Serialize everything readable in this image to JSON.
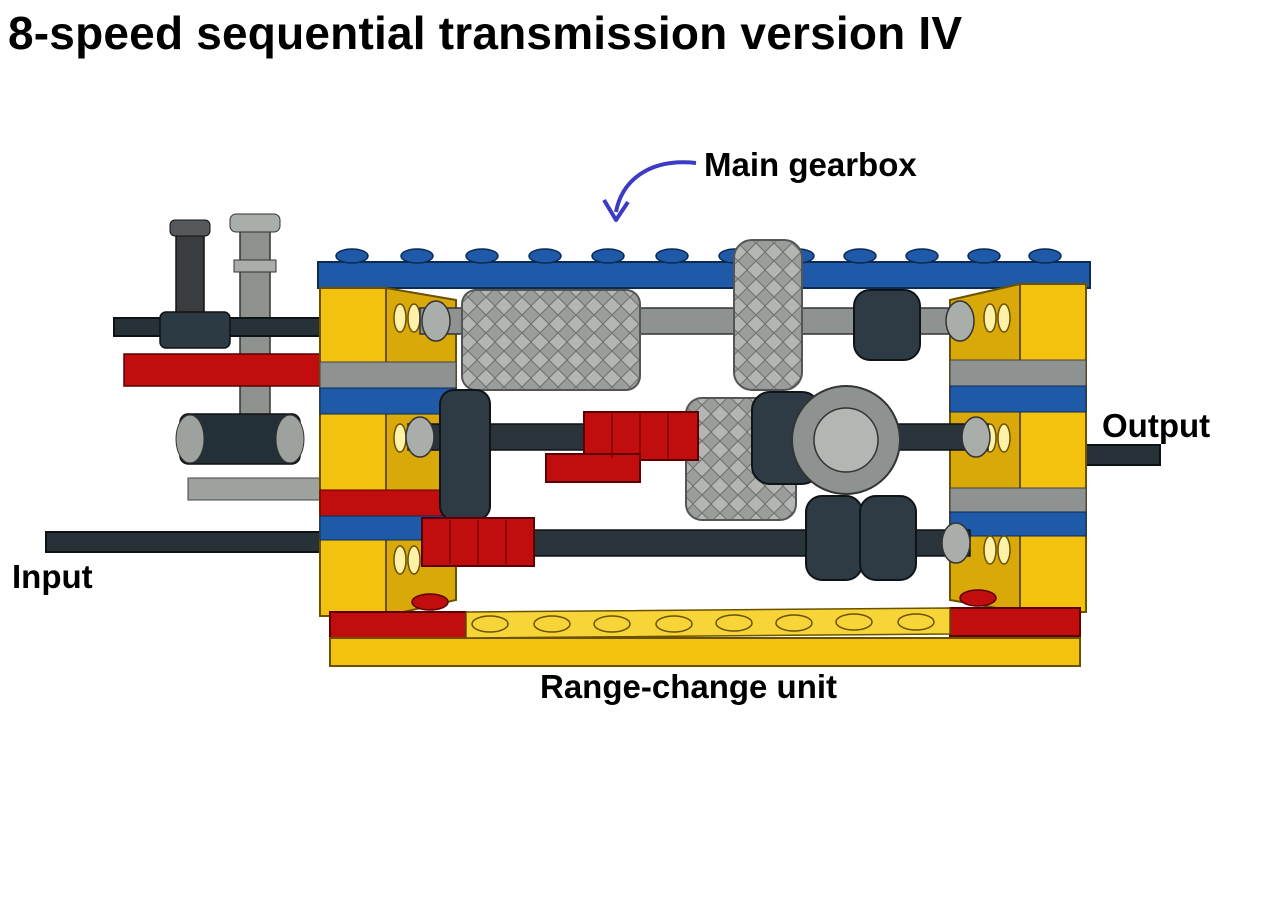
{
  "title": "8-speed sequential transmission version IV",
  "labels": {
    "main_gearbox": "Main gearbox",
    "output": "Output",
    "input": "Input",
    "range_change_unit": "Range-change unit"
  },
  "colors": {
    "yellow": "#f2c20f",
    "blue": "#1f5aa8",
    "red": "#c10d0d",
    "axle": "#263238",
    "gear_light": "#a8aca8",
    "gear_dark": "#2f3b44",
    "arrow": "#3b3bc4"
  }
}
